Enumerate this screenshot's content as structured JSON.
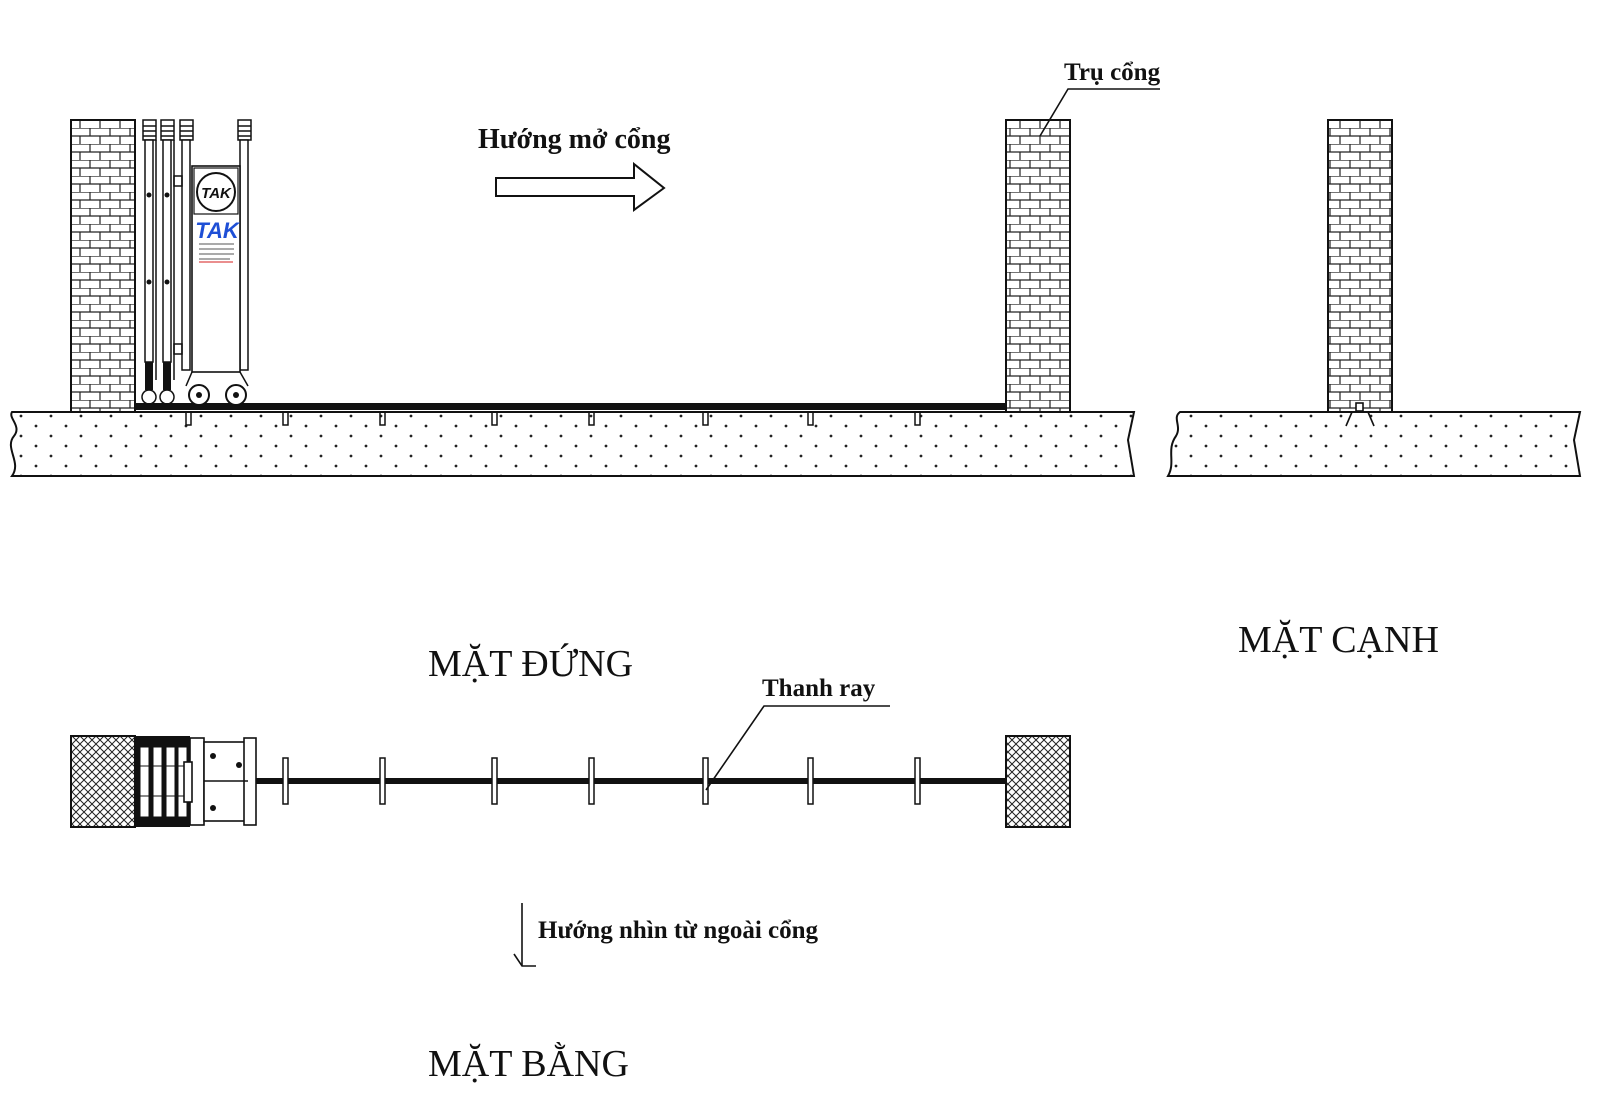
{
  "labels": {
    "gate_post": "Trụ cổng",
    "open_direction": "Hướng mở cổng",
    "rail": "Thanh ray",
    "view_from_outside": "Hướng nhìn từ ngoài cổng",
    "elevation_title": "MẶT ĐỨNG",
    "side_title": "MẶT CẠNH",
    "plan_title": "MẶT BẰNG"
  },
  "logo": {
    "circle_text": "TAK",
    "brand_text": "TAK"
  },
  "colors": {
    "line": "#111111",
    "logo_blue": "#1e4fd6",
    "logo_red": "#d41e1e"
  },
  "icons": {
    "open_arrow": "arrow-right-outline-icon",
    "view_arrow": "arrow-down-icon"
  }
}
